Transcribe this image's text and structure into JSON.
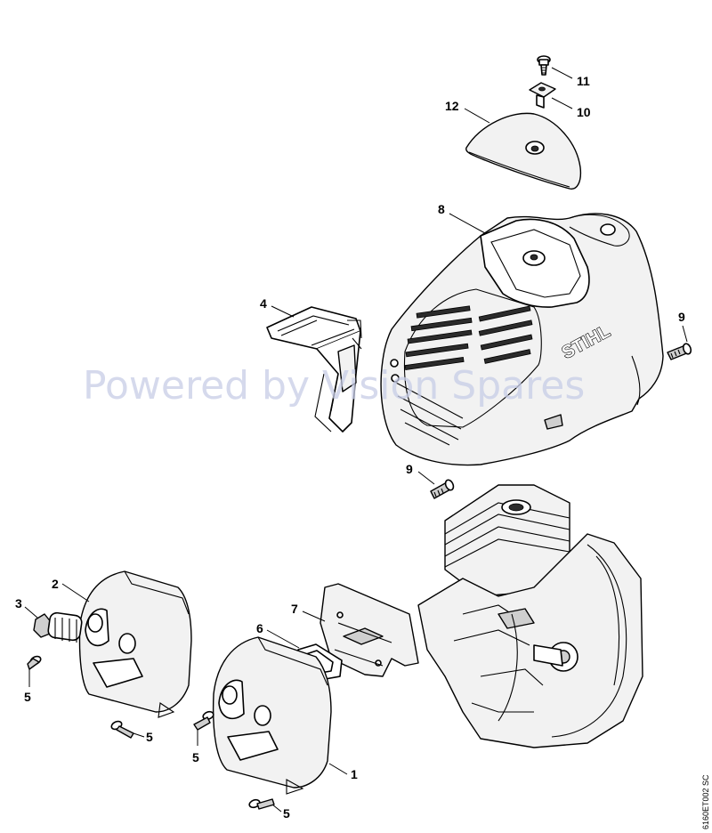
{
  "diagram": {
    "brand_label": "STIHL",
    "watermark": "Powered by Vision Spares",
    "drawing_ref": "6160ET002 SC",
    "callouts": [
      "11",
      "10",
      "12",
      "8",
      "4",
      "9",
      "9",
      "2",
      "3",
      "7",
      "6",
      "5",
      "5",
      "5",
      "1",
      "5"
    ]
  }
}
